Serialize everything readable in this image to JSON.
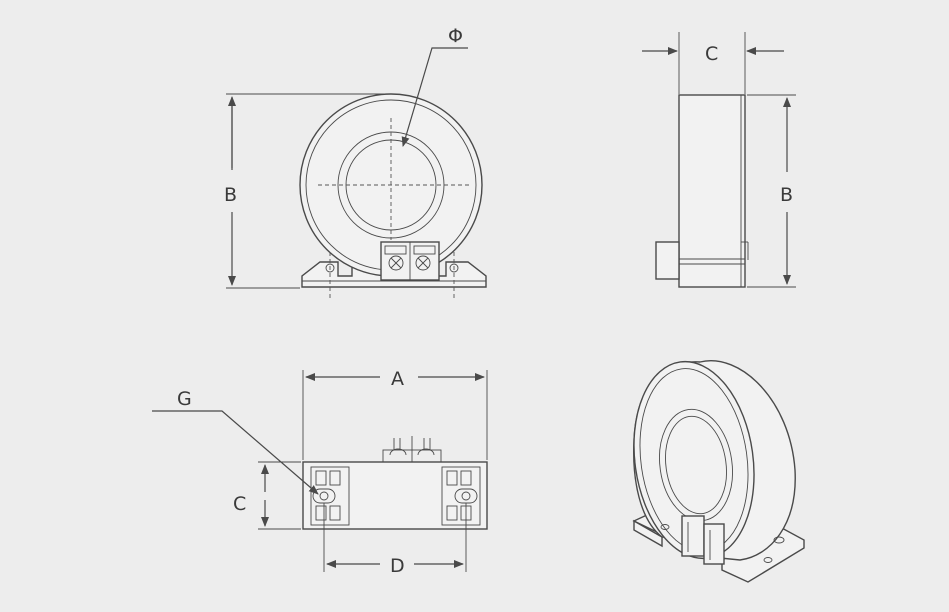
{
  "labels": {
    "phi": "Φ",
    "c_top": "C",
    "b_front": "B",
    "b_side": "B",
    "a_bottom": "A",
    "g_bottom": "G",
    "c_bottom": "C",
    "d_bottom": "D"
  }
}
